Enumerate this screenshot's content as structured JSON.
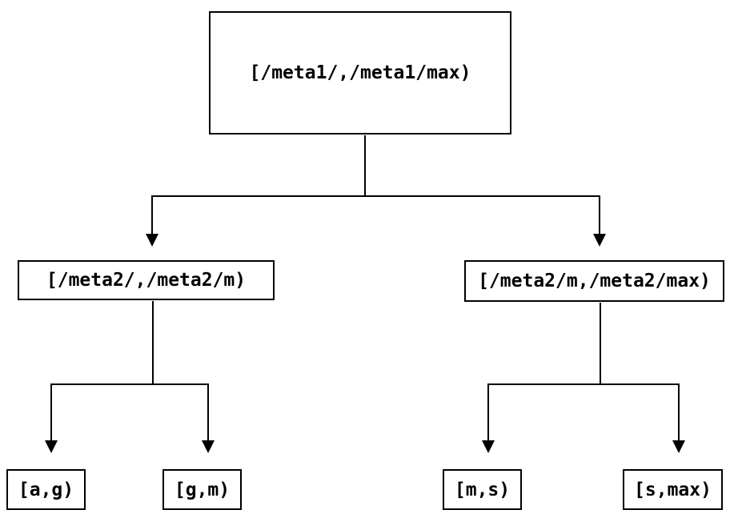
{
  "diagram": {
    "title": "interval-partition-tree",
    "background_color": "#ffffff",
    "line_color": "#000000",
    "nodes": {
      "root": {
        "label": "[/meta1/,/meta1/max)"
      },
      "left_mid": {
        "label": "[/meta2/,/meta2/m)"
      },
      "right_mid": {
        "label": "[/meta2/m,/meta2/max)"
      },
      "leaf_ag": {
        "label": "[a,g)"
      },
      "leaf_gm": {
        "label": "[g,m)"
      },
      "leaf_ms": {
        "label": "[m,s)"
      },
      "leaf_smax": {
        "label": "[s,max)"
      }
    },
    "edges": [
      {
        "from": "root",
        "to": "left_mid"
      },
      {
        "from": "root",
        "to": "right_mid"
      },
      {
        "from": "left_mid",
        "to": "leaf_ag"
      },
      {
        "from": "left_mid",
        "to": "leaf_gm"
      },
      {
        "from": "right_mid",
        "to": "leaf_ms"
      },
      {
        "from": "right_mid",
        "to": "leaf_smax"
      }
    ]
  }
}
